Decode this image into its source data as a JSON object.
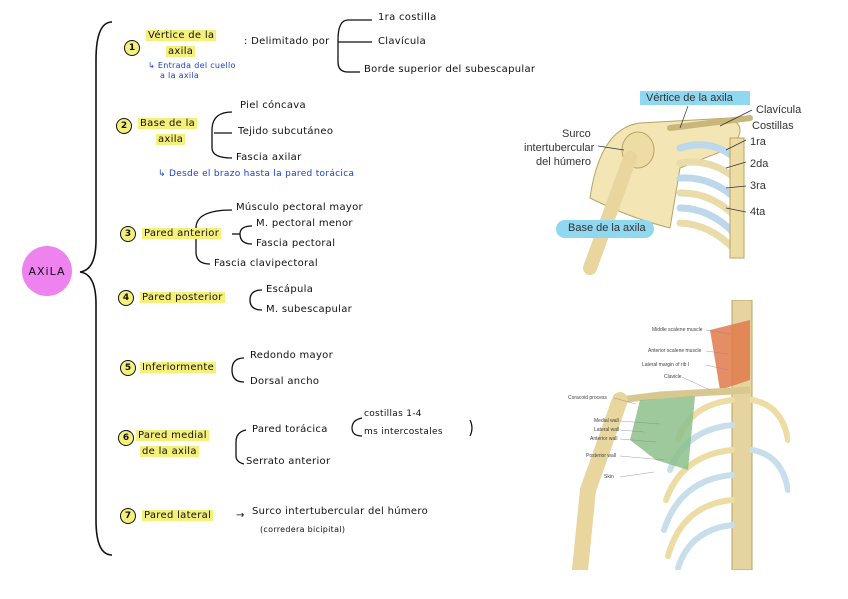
{
  "center": "AXiLA",
  "sections": [
    {
      "num": "1",
      "title_line1": "Vértice de la",
      "title_line2": "axila",
      "note_line1": "↳ Entrada del cuello",
      "note_line2": "a la axila",
      "connector": ": Delimitado por",
      "items": [
        "1ra costilla",
        "Clavícula",
        "Borde superior del subescapular"
      ]
    },
    {
      "num": "2",
      "title_line1": "Base de la",
      "title_line2": "axila",
      "items": [
        "Piel cóncava",
        "Tejido subcutáneo",
        "Fascia axilar"
      ],
      "note": "↳ Desde el brazo hasta la pared torácica"
    },
    {
      "num": "3",
      "title": "Pared anterior",
      "items": [
        "Músculo pectoral mayor",
        "M. pectoral menor",
        "Fascia pectoral",
        "Fascia clavipectoral"
      ]
    },
    {
      "num": "4",
      "title": "Pared posterior",
      "items": [
        "Escápula",
        "M. subescapular"
      ]
    },
    {
      "num": "5",
      "title": "Inferiormente",
      "items": [
        "Redondo mayor",
        "Dorsal ancho"
      ]
    },
    {
      "num": "6",
      "title_line1": "Pared medial",
      "title_line2": "de la axila",
      "items": [
        "Pared torácica",
        "Serrato anterior"
      ],
      "subitems": [
        "costillas 1-4",
        "ms intercostales"
      ]
    },
    {
      "num": "7",
      "title": "Pared lateral",
      "arrow": "→",
      "items": [
        "Surco intertubercular del húmero",
        "(corredera bicipital)"
      ]
    }
  ],
  "figure1": {
    "vertex": "Vértice de la axila",
    "sulcus_line1": "Surco",
    "sulcus_line2": "intertubercular",
    "sulcus_line3": "del húmero",
    "clavicle": "Clavícula",
    "ribs": "Costillas",
    "r1": "1ra",
    "r2": "2da",
    "r3": "3ra",
    "r4": "4ta",
    "base": "Base de la axila"
  },
  "figure2": {
    "labels": [
      "Middle scalene muscle",
      "Anterior scalene muscle",
      "Lateral margin of rib I",
      "Clavicle",
      "Coracoid process",
      "Medial wall",
      "Lateral wall",
      "Anterior wall",
      "Posterior wall",
      "Skin"
    ]
  },
  "colors": {
    "highlight": "#f5f07a",
    "bubble": "#ee82ee",
    "note": "#1a3fd0",
    "fig_highlight": "#8fd8f0",
    "muscle": "#e07a4a",
    "wall": "#8cc08c"
  }
}
